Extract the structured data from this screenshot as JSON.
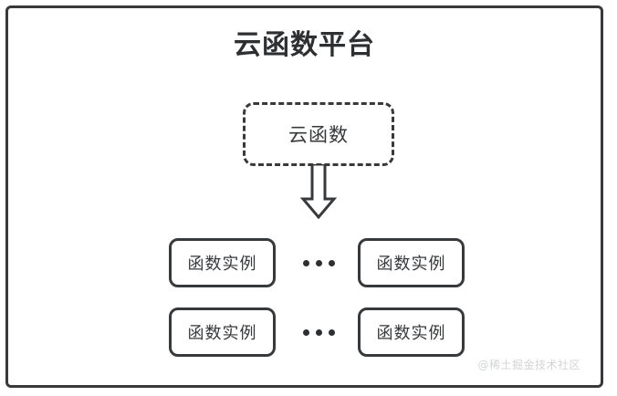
{
  "diagram": {
    "title": "云函数平台",
    "root_node": {
      "label": "云函数",
      "border_style": "dashed"
    },
    "arrow": {
      "name": "down-block-arrow",
      "direction": "down"
    },
    "rows": [
      {
        "left_label": "函数实例",
        "ellipsis": "···",
        "right_label": "函数实例"
      },
      {
        "left_label": "函数实例",
        "ellipsis": "···",
        "right_label": "函数实例"
      }
    ],
    "watermark": "@稀土掘金技术社区",
    "colors": {
      "stroke": "#37393b",
      "text": "#2d2f31",
      "background": "#ffffff",
      "watermark": "#d2d4d6"
    }
  }
}
